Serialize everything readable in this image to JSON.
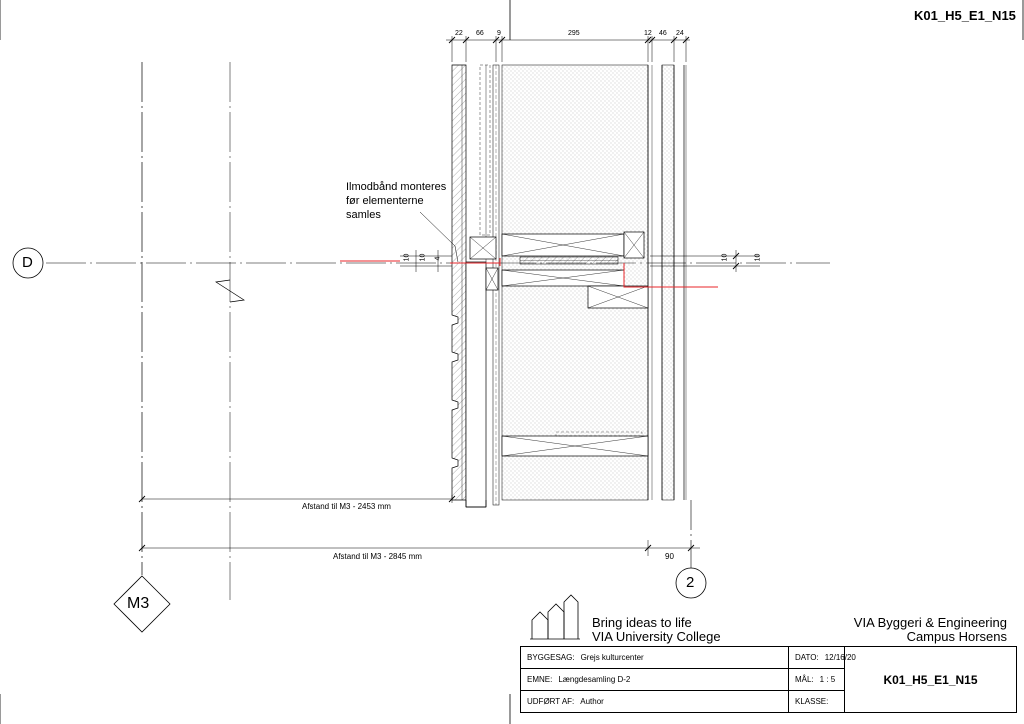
{
  "sheet_code": "K01_H5_E1_N15",
  "note": {
    "line1": "Ilmodbånd monteres",
    "line2": "før elementerne",
    "line3": "samles"
  },
  "dimensions_top": [
    "22",
    "66",
    "9",
    "295",
    "12",
    "46",
    "24"
  ],
  "dimensions_left": [
    "10",
    "10",
    "4"
  ],
  "dimensions_right": [
    "10",
    "10"
  ],
  "distance_1": "Afstand til M3 - 2453 mm",
  "distance_2": "Afstand til M3 - 2845 mm",
  "distance_2_extra": "90",
  "grid_labels": {
    "d": "D",
    "m3": "M3",
    "two": "2"
  },
  "brand": {
    "line1": "Bring ideas to life",
    "line2": "VIA University College"
  },
  "company": {
    "line1": "VIA Byggeri & Engineering",
    "line2": "Campus Horsens"
  },
  "title_block": {
    "byggesag_label": "BYGGESAG:",
    "byggesag_value": "Grejs kulturcenter",
    "dato_label": "DATO:",
    "dato_value": "12/16/20",
    "emne_label": "EMNE:",
    "emne_value": "Længdesamling D-2",
    "maal_label": "MÅL:",
    "maal_value": "1 : 5",
    "udfoert_label": "UDFØRT AF:",
    "udfoert_value": "Author",
    "klasse_label": "KLASSE:",
    "klasse_value": "",
    "code": "K01_H5_E1_N15"
  },
  "colors": {
    "line": "#000000",
    "red": "#e8252a",
    "hatch": "#888888",
    "dots": "#b8b8b8"
  }
}
